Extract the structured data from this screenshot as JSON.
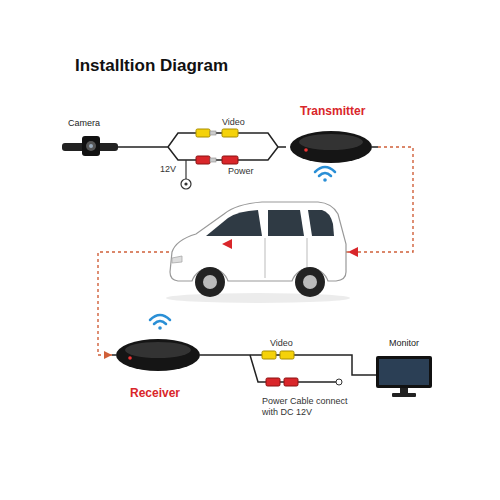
{
  "diagram": {
    "title": "Installtion Diagram",
    "nodes": [
      {
        "text": [
          "Camera"
        ]
      },
      {
        "text": [
          "Transmitter"
        ]
      },
      {
        "text": [
          "Receiver"
        ]
      },
      {
        "text": [
          "Monitor"
        ]
      }
    ],
    "edges": [
      {
        "from": 0,
        "to": 1,
        "arrow": "none"
      },
      {
        "from": 1,
        "to": 2,
        "arrow": "to"
      },
      {
        "from": 2,
        "to": 3,
        "arrow": "none"
      }
    ],
    "labels": [
      "Video",
      "Power",
      "12V",
      "Video",
      "Power Cable connect with DC 12V"
    ]
  }
}
